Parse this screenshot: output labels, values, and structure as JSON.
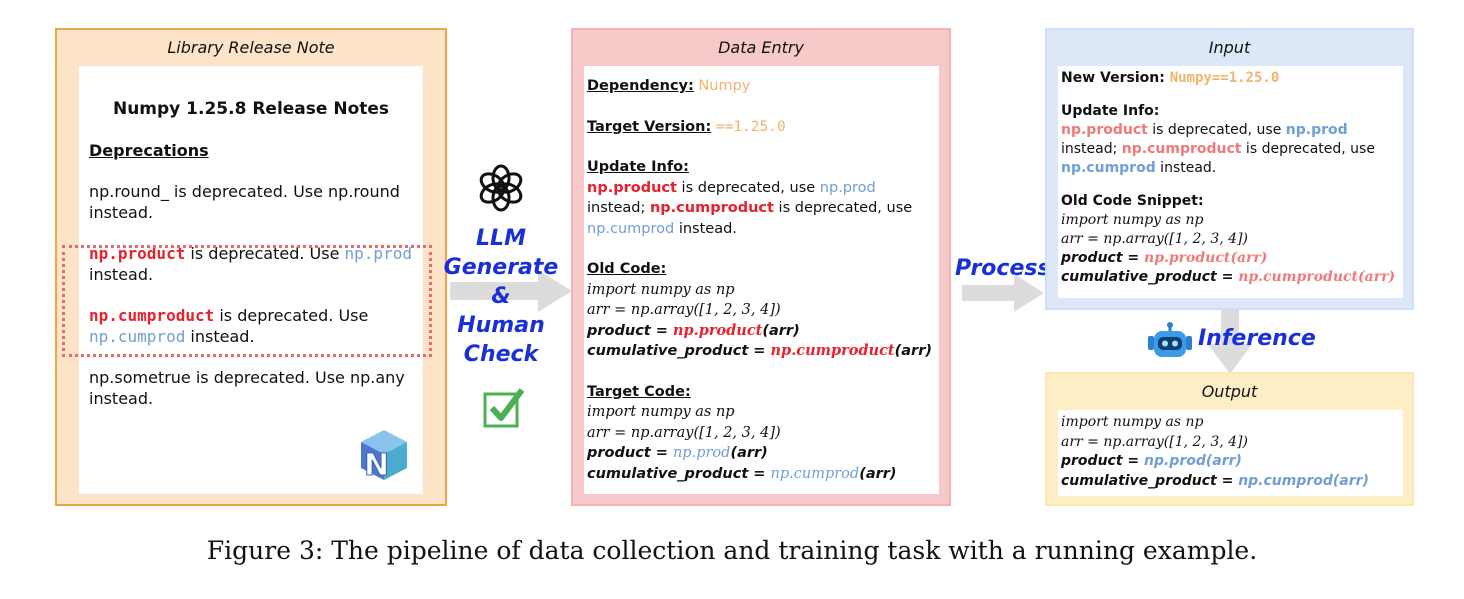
{
  "library": {
    "title": "Library Release Note",
    "heading": "Numpy 1.25.8 Release Notes",
    "section": "Deprecations",
    "notes": [
      {
        "pre": "np.round_ is deprecated. Use np.round",
        "line2": "instead."
      },
      {
        "old": "np.product",
        "mid": " is deprecated. Use ",
        "new": "np.prod",
        "line2": "instead."
      },
      {
        "old": "np.cumproduct",
        "mid": " is deprecated. Use",
        "new": "np.cumprod",
        "line2": " instead."
      },
      {
        "pre": "np.sometrue is deprecated. Use np.any",
        "line2": "instead."
      }
    ]
  },
  "middle": {
    "llm": "LLM",
    "generate": "Generate",
    "amp": "&",
    "human": "Human",
    "check": "Check"
  },
  "entry": {
    "title": "Data Entry",
    "dependency_label": "Dependency:",
    "dependency_value": "Numpy",
    "target_version_label": "Target Version:",
    "target_version_value": "==1.25.0",
    "update_info_label": "Update Info:",
    "update": {
      "a": "np.product",
      "b": " is deprecated, use ",
      "c": "np.prod",
      "d": "instead; ",
      "e": "np.cumproduct",
      "f": " is deprecated, use",
      "g": "np.cumprod",
      "h": " instead."
    },
    "old_code_label": "Old Code:",
    "old_code": {
      "l1": "import numpy as np",
      "l2": "arr = np.array([1, 2, 3, 4])",
      "l3a": "product = ",
      "l3b": "np.product",
      "l3c": "(arr)",
      "l4a": "cumulative_product = ",
      "l4b": "np.cumproduct",
      "l4c": "(arr)"
    },
    "target_code_label": "Target Code:",
    "target_code": {
      "l1": "import numpy as np",
      "l2": "arr = np.array([1, 2, 3, 4])",
      "l3a": "product = ",
      "l3b": "np.prod",
      "l3c": "(arr)",
      "l4a": "cumulative_product = ",
      "l4b": "np.cumprod",
      "l4c": "(arr)"
    }
  },
  "process_label": "Process",
  "input": {
    "title": "Input",
    "new_version_label": "New Version: ",
    "new_version_value": "Numpy==1.25.0",
    "update_info_label": "Update Info:",
    "update": {
      "a": "np.product",
      "b": " is deprecated, use ",
      "c": "np.prod",
      "d": "instead; ",
      "e": "np.cumproduct",
      "f": " is deprecated, use",
      "g": "np.cumprod",
      "h": " instead."
    },
    "snippet_label": "Old Code Snippet:",
    "code": {
      "l1": "import numpy as np",
      "l2": "arr = np.array([1, 2, 3, 4])",
      "l3a": "product = ",
      "l3b": "np.product(arr)",
      "l4a": "cumulative_product = ",
      "l4b": "np.cumproduct(arr)"
    }
  },
  "inference_label": "Inference",
  "output": {
    "title": "Output",
    "l1": "import numpy as np",
    "l2": "arr = np.array([1, 2, 3, 4])",
    "l3a": "product = ",
    "l3b": "np.prod(arr)",
    "l4a": "cumulative_product = ",
    "l4b": "np.cumprod(arr)"
  },
  "caption": "Figure 3: The pipeline of data collection and training task with a running example.",
  "colors": {
    "red": "#e8212c",
    "pink": "#f07a7a",
    "blue": "#6f9fd6",
    "orange": "#f2b36b",
    "label_blue": "#1830d6"
  }
}
